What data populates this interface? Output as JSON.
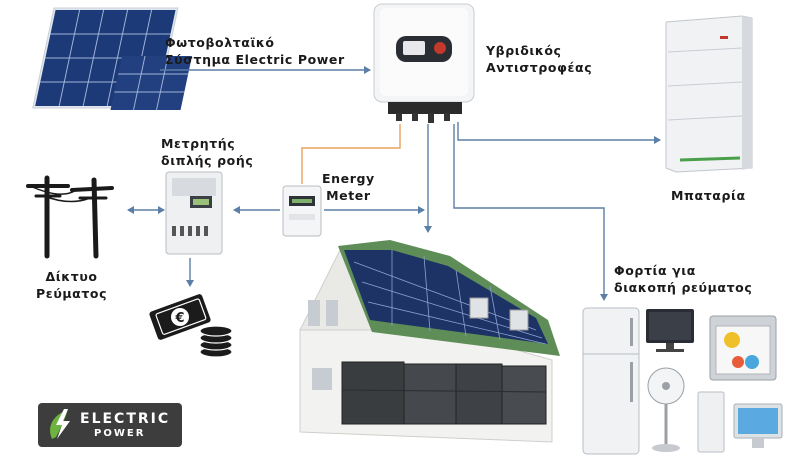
{
  "labels": {
    "pv": [
      "Φωτοβολταϊκό",
      "Σύστημα Electric Power"
    ],
    "inverter": [
      "Υβριδικός",
      "Αντιστροφέας"
    ],
    "battery": "Μπαταρία",
    "bidirectional_meter": [
      "Μετρητής",
      "διπλής ροής"
    ],
    "energy_meter": [
      "Energy",
      "Meter"
    ],
    "grid": [
      "Δίκτυο",
      "Ρεύματος"
    ],
    "backup_loads": [
      "Φορτία για",
      "διακοπή ρεύματος"
    ]
  },
  "logo": {
    "line1": "ELECTRIC",
    "line2": "POWER"
  },
  "colors": {
    "flow_line": "#5b7fa6",
    "ac_line": "#e8a25c",
    "logo_bg": "#3d3d3d",
    "logo_accent": "#6db33f"
  },
  "icons": [
    "solar-panels-icon",
    "hybrid-inverter-icon",
    "battery-stack-icon",
    "utility-pole-icon",
    "bidirectional-meter-icon",
    "energy-meter-icon",
    "money-icon",
    "house-icon",
    "refrigerator-icon",
    "monitor-icon",
    "fan-icon",
    "microwave-icon",
    "desktop-computer-icon",
    "leaf-lightning-icon"
  ]
}
